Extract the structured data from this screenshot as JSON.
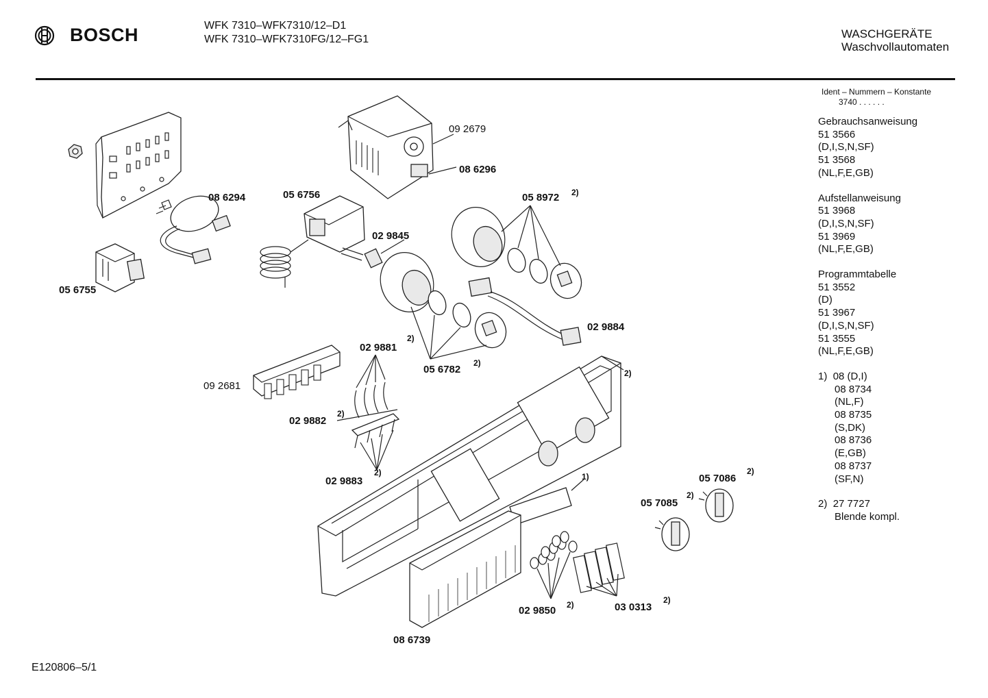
{
  "header": {
    "brand": "BOSCH",
    "model_line_1": "WFK 7310–WFK7310/12–D1",
    "model_line_2": "WFK 7310–WFK7310FG/12–FG1",
    "category": "WASCHGERÄTE",
    "subcategory": "Waschvollautomaten"
  },
  "icons": {
    "logo": "bosch-armature-logo-icon"
  },
  "sidebar": {
    "ident_label": "Ident – Nummern – Konstante",
    "ident_value": "3740  .  .   .  .  .  .",
    "gebrauchsanweisung": "Gebrauchsanweisung",
    "g1": "51 3566",
    "g1_langs": "(D,I,S,N,SF)",
    "g2": "51 3568",
    "g2_langs": "(NL,F,E,GB)",
    "aufstellanweisung": "Aufstellanweisung",
    "a1": "51 3968",
    "a1_langs": "(D,I,S,N,SF)",
    "a2": "51 3969",
    "a2_langs": "(NL,F,E,GB)",
    "programmtabelle": "Programmtabelle",
    "p1": "51 3552",
    "p1_langs": "(D)",
    "p2": "51 3967",
    "p2_langs": "(D,I,S,N,SF)",
    "p3": "51 3555",
    "p3_langs": "(NL,F,E,GB)",
    "fn1_marker": "1)",
    "fn1_value": "08 (D,I)",
    "fn1_a": "08 8734",
    "fn1_a_langs": "(NL,F)",
    "fn1_b": "08 8735",
    "fn1_b_langs": "(S,DK)",
    "fn1_c": "08 8736",
    "fn1_c_langs": "(E,GB)",
    "fn1_d": "08 8737",
    "fn1_d_langs": "(SF,N)",
    "fn2_marker": "2)",
    "fn2_value": "27 7727",
    "fn2_text": "Blende kompl."
  },
  "parts": {
    "p092679": "09 2679",
    "p086296": "08 6296",
    "p086294": "08 6294",
    "p056756": "05 6756",
    "p058972": "05 8972",
    "p029845": "02 9845",
    "p056755": "05 6755",
    "p029884": "02 9884",
    "p029881": "02 9881",
    "p056782": "05 6782",
    "p092681": "09 2681",
    "p029882": "02 9882",
    "p029883": "02 9883",
    "p057086": "05 7086",
    "p057085": "05 7085",
    "p029850": "02 9850",
    "p030313": "03 0313",
    "p086739": "08 6739"
  },
  "notes": {
    "two": "2)",
    "one": "1)"
  },
  "footer": {
    "code": "E120806–5/1"
  }
}
